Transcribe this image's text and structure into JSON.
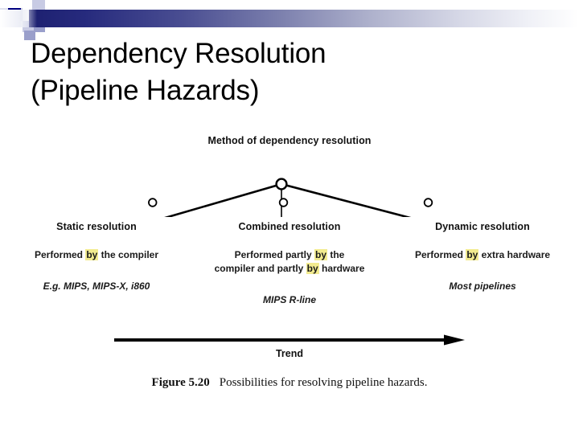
{
  "slide": {
    "title_lines": [
      "Dependency Resolution",
      "(Pipeline Hazards)"
    ],
    "accent_color": "#000080",
    "gradient_from": "#1d2070",
    "gradient_to": "#ffffff",
    "highlight_color": "#f2eb8f"
  },
  "figure": {
    "heading": "Method of dependency resolution",
    "columns": [
      {
        "label": "Static resolution",
        "description_pre": "Performed ",
        "description_highlight": "by",
        "description_post": " the compiler",
        "description_full": "Performed by the compiler",
        "example": "E.g. MIPS, MIPS-X, i860"
      },
      {
        "label": "Combined resolution",
        "description_full": "Performed partly by the compiler and partly by hardware",
        "description_line1_pre": "Performed partly ",
        "description_line1_highlight": "by",
        "description_line1_post": " the",
        "description_line2_pre": "compiler and partly ",
        "description_line2_highlight": "by",
        "description_line2_post": " hardware",
        "example": "MIPS R-line"
      },
      {
        "label": "Dynamic resolution",
        "description_pre": "Performed ",
        "description_highlight": "by",
        "description_post": " extra hardware",
        "description_full": "Performed by extra hardware",
        "example": "Most pipelines"
      }
    ],
    "trend_label": "Trend",
    "caption_number": "Figure 5.20",
    "caption_text": "Possibilities for resolving pipeline hazards."
  }
}
